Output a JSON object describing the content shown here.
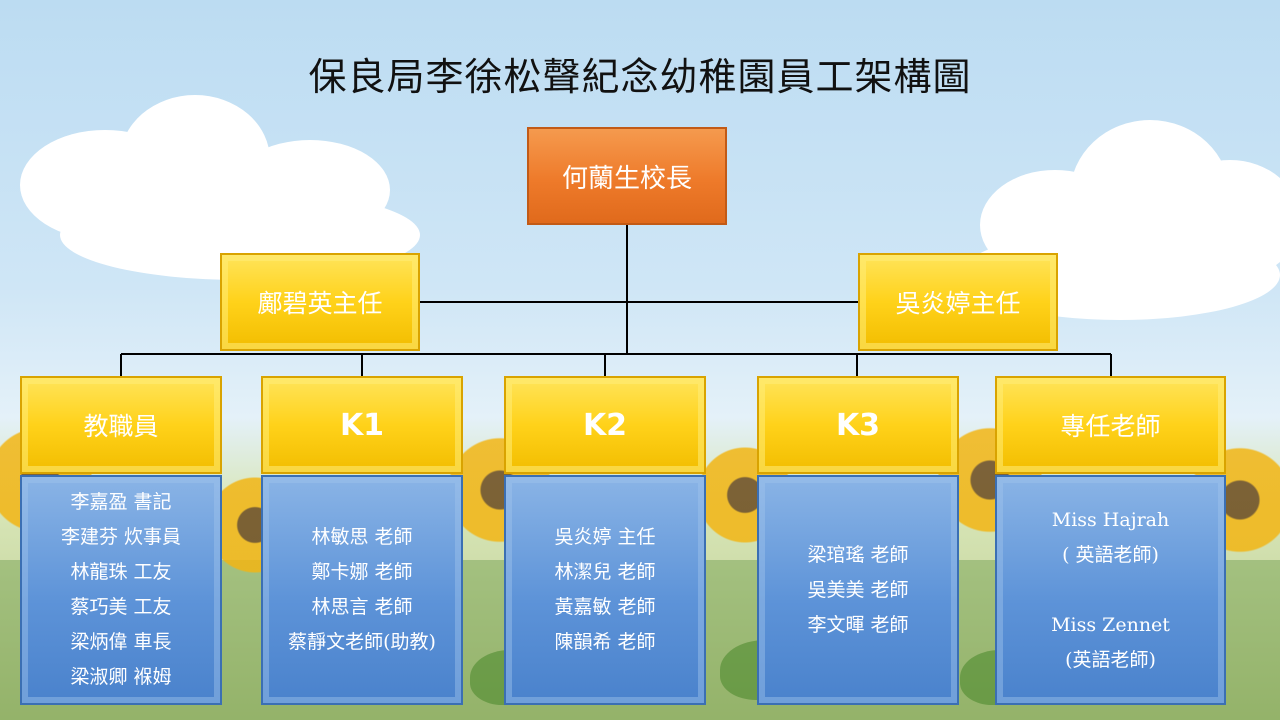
{
  "title": "保良局李徐松聲紀念幼稚園員工架構圖",
  "principal": "何蘭生校長",
  "supervisors": [
    "鄺碧英主任",
    "吳炎婷主任"
  ],
  "departments": [
    {
      "name": "教職員",
      "members": [
        "李嘉盈 書記",
        "李建芬 炊事員",
        "林龍珠 工友",
        "蔡巧美 工友",
        "梁炳偉 車長",
        "梁淑卿 褓姆"
      ]
    },
    {
      "name": "K1",
      "members": [
        "林敏思 老師",
        "鄭卡娜 老師",
        "林思言 老師",
        "蔡靜文老師(助教)"
      ]
    },
    {
      "name": "K2",
      "members": [
        "吳炎婷 主任",
        "林潔兒 老師",
        "黃嘉敏 老師",
        "陳韻希 老師"
      ]
    },
    {
      "name": "K3",
      "members": [
        "梁琯瑤 老師",
        "吳美美 老師",
        "李文暉 老師"
      ]
    },
    {
      "name": "專任老師",
      "members": [
        "Miss Hajrah",
        "( 英語老師)",
        "",
        "Miss Zennet",
        "(英語老師)"
      ]
    }
  ],
  "colors": {
    "principal": "#ee7a2a",
    "supervisor": "#ffd21a",
    "staff": "#5d93d8",
    "connector": "#000000"
  }
}
